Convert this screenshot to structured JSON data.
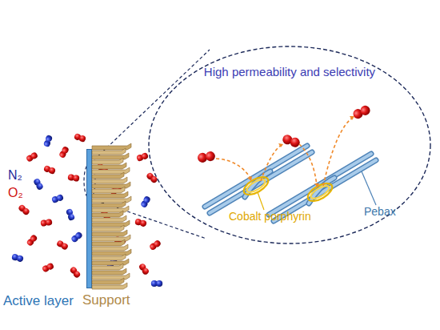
{
  "diagram": {
    "nodes": [
      {
        "text": [
          "Active layer"
        ]
      },
      {
        "text": [
          "Support"
        ]
      },
      {
        "text": [
          "High permeability and selectivity"
        ]
      }
    ],
    "labels": [
      "N₂",
      "O₂",
      "Cobalt porphyrin",
      "Pebax"
    ]
  }
}
